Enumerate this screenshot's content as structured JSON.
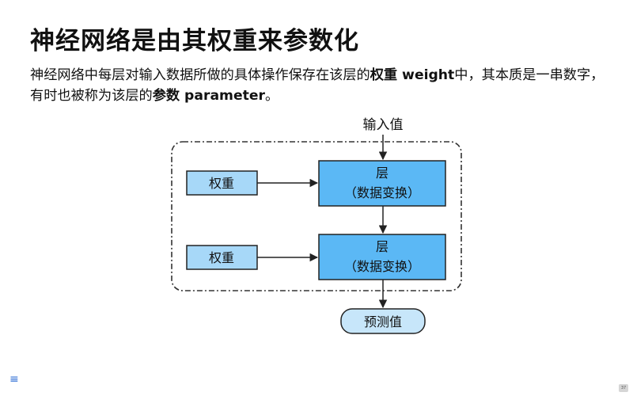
{
  "slide": {
    "title": "神经网络是由其权重来参数化",
    "paragraph": {
      "part1": "神经网络中每层对输入数据所做的具体操作保存在该层的",
      "bold1": "权重 weight",
      "part2": "中，其本质是一串数字，有时也被称为该层的",
      "bold2": "参数 parameter",
      "part3": "。"
    },
    "page_number": "37"
  },
  "diagram": {
    "input_label": "输入值",
    "layers": [
      {
        "title": "层",
        "subtitle": "（数据变换）"
      },
      {
        "title": "层",
        "subtitle": "（数据变换）"
      }
    ],
    "weights": [
      {
        "label": "权重"
      },
      {
        "label": "权重"
      }
    ],
    "output_label": "预测值",
    "colors": {
      "layer_fill": "#5bb8f5",
      "weight_fill": "#a7d8f8",
      "output_fill": "#c7e6fa",
      "stroke": "#222222"
    }
  },
  "nav": {
    "menu_icon": "hamburger-menu-icon"
  }
}
